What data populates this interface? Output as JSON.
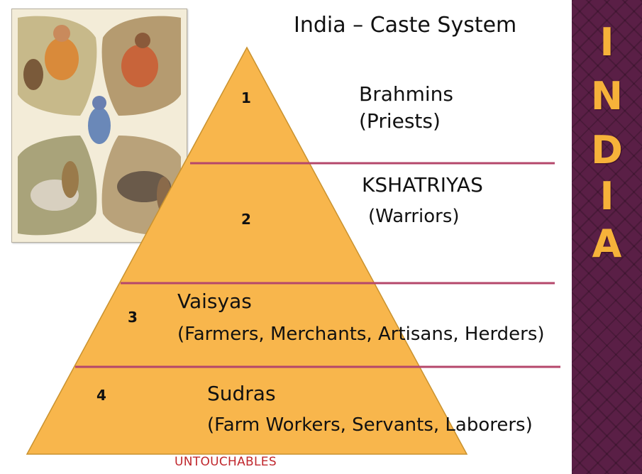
{
  "title": "India – Caste System",
  "levels": [
    {
      "number": "1",
      "name": "Brahmins",
      "description": "(Priests)"
    },
    {
      "number": "2",
      "name": "KSHATRIYAS",
      "description": "(Warriors)"
    },
    {
      "number": "3",
      "name": "Vaisyas",
      "description": "(Farmers, Merchants, Artisans, Herders)"
    },
    {
      "number": "4",
      "name": "Sudras",
      "description": "(Farm Workers, Servants, Laborers)"
    }
  ],
  "below_pyramid": "UNTOUCHABLES",
  "banner": {
    "letters": [
      "I",
      "N",
      "D",
      "I",
      "A"
    ]
  },
  "colors": {
    "pyramid_fill": "#F8B64C",
    "pyramid_stroke": "#C9922F",
    "divider": "#B5476B",
    "untouchables": "#C0272D",
    "banner_bg": "#5A1F46",
    "banner_letters": "#F6B23A"
  }
}
